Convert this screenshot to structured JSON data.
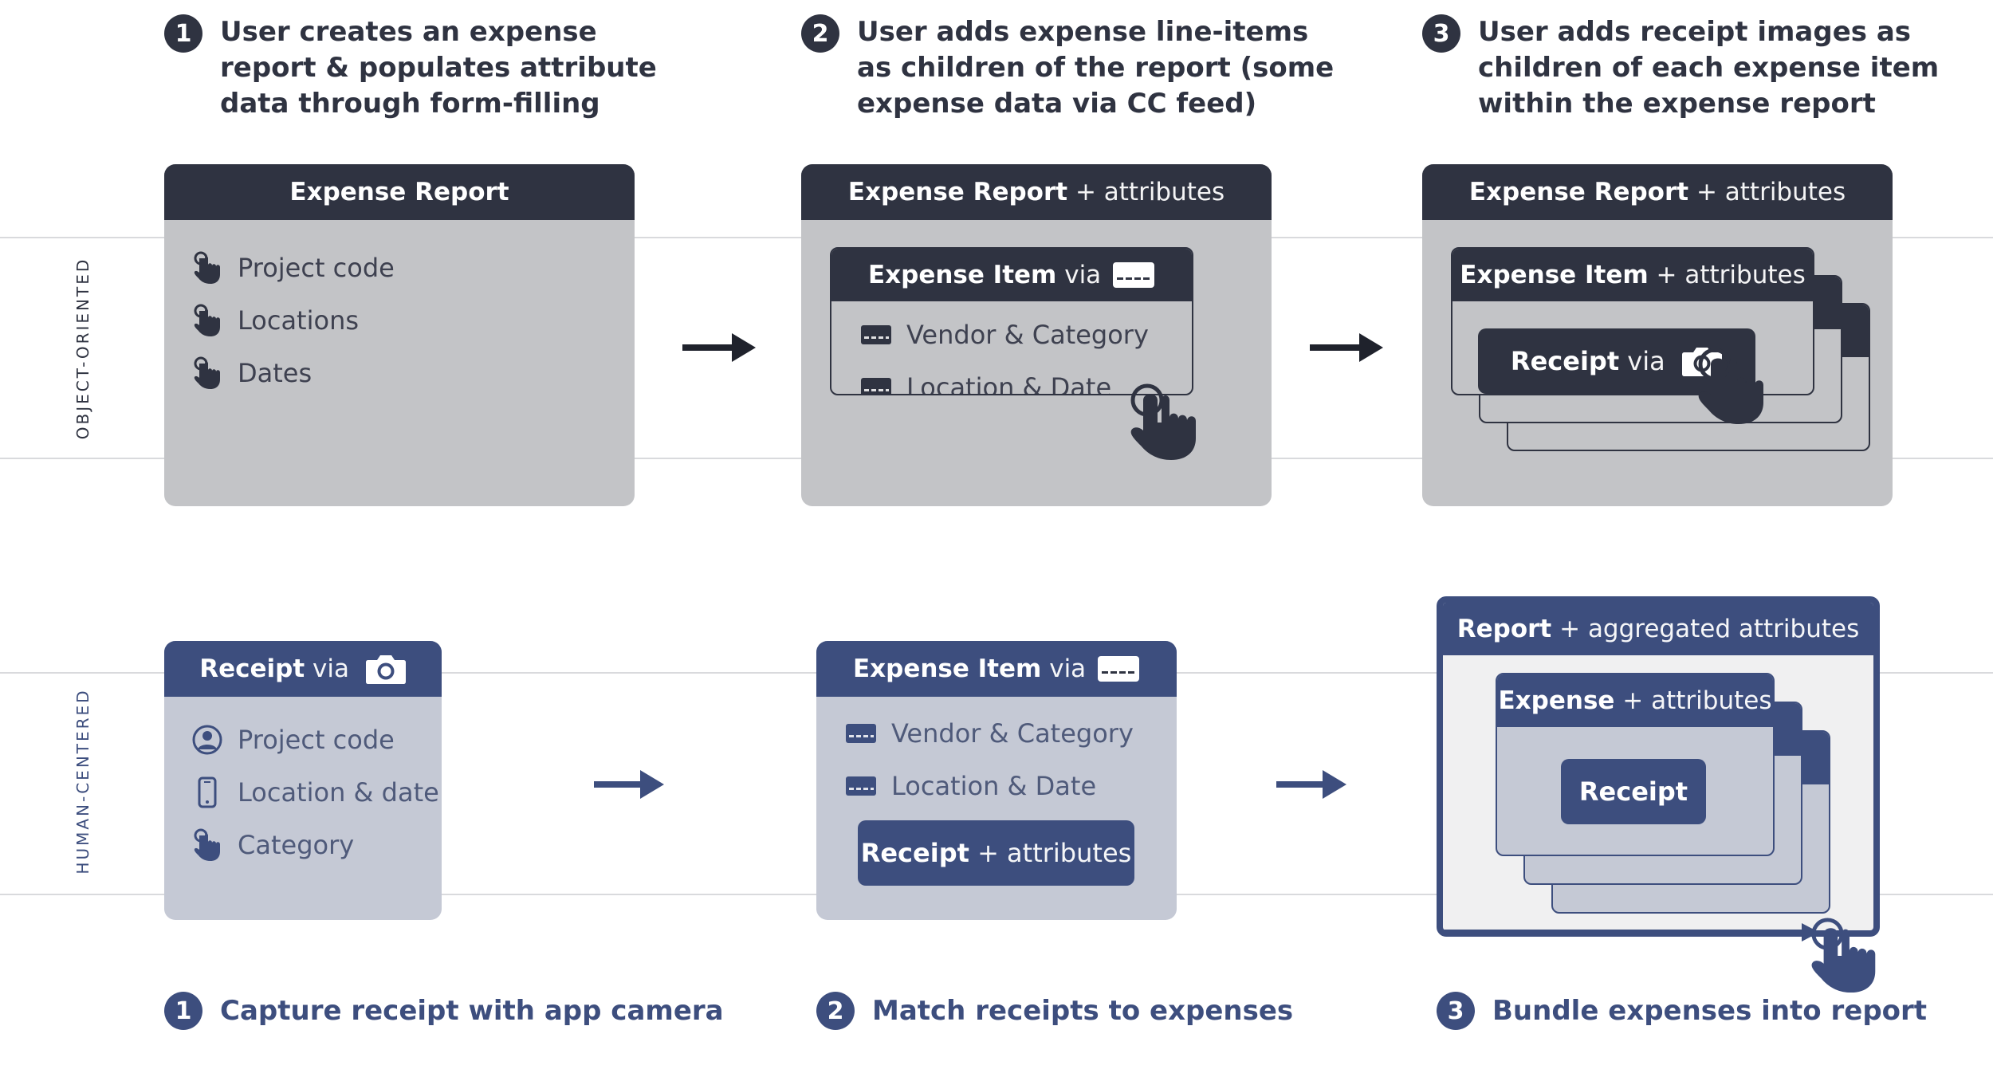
{
  "side_labels": {
    "top": "OBJECT-ORIENTED",
    "bottom": "HUMAN-CENTERED"
  },
  "top_steps": [
    {
      "num": "1",
      "lines": [
        "User creates an expense",
        "report & populates attribute",
        "data through form-filling"
      ]
    },
    {
      "num": "2",
      "lines": [
        "User adds expense line-items",
        "as children of the report (some",
        "expense data via CC feed)"
      ]
    },
    {
      "num": "3",
      "lines": [
        "User adds receipt images as",
        "children of each expense item",
        "within the expense report"
      ]
    }
  ],
  "top_panels": {
    "p1": {
      "title": "Expense Report",
      "rows": [
        "Project code",
        "Locations",
        "Dates"
      ]
    },
    "p2": {
      "title": "Expense Report",
      "suffix": "+ attributes",
      "card": {
        "title": "Expense Item",
        "via": "via",
        "rows": [
          "Vendor & Category",
          "Location & Date"
        ]
      }
    },
    "p3": {
      "title": "Expense Report",
      "suffix": "+ attributes",
      "card": {
        "title": "Expense Item",
        "suffix": "+ attributes",
        "receipt": {
          "title": "Receipt",
          "via": "via"
        }
      }
    }
  },
  "bottom_panels": {
    "p1": {
      "title": "Receipt",
      "via": "via",
      "rows": [
        "Project code",
        "Location & date",
        "Category"
      ]
    },
    "p2": {
      "title": "Expense Item",
      "via": "via",
      "rows": [
        "Vendor & Category",
        "Location & Date"
      ],
      "receipt": {
        "title": "Receipt",
        "suffix": "+ attributes"
      }
    },
    "p3": {
      "title": "Report",
      "suffix": "+ aggregated attributes",
      "card": {
        "title": "Expense",
        "suffix": "+ attributes",
        "receipt": "Receipt"
      }
    }
  },
  "bottom_steps": [
    {
      "num": "1",
      "text": "Capture receipt with app camera"
    },
    {
      "num": "2",
      "text": "Match receipts to expenses"
    },
    {
      "num": "3",
      "text": "Bundle expenses into report"
    }
  ],
  "colors": {
    "dark": "#2f3341",
    "blue": "#3d4e7e",
    "gray_panel": "#c3c4c7",
    "blue_panel": "#c5c9d5"
  },
  "icons": [
    "tap-hand-icon",
    "credit-card-icon",
    "camera-icon",
    "person-icon",
    "phone-icon",
    "arrow-right-icon",
    "pointer-hand-icon"
  ]
}
